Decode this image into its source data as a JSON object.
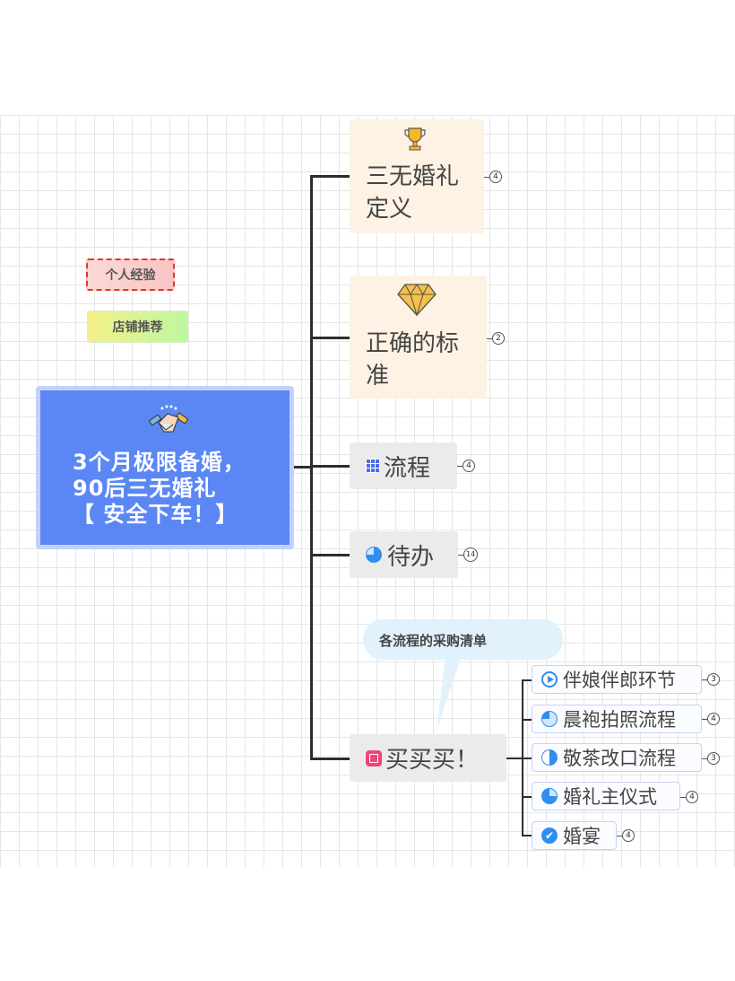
{
  "root": {
    "title_lines": [
      "3个月极限备婚，",
      "90后三无婚礼",
      "【 安全下车！】"
    ],
    "icon": "handshake-icon"
  },
  "tags": [
    {
      "label": "个人经验"
    },
    {
      "label": "店铺推荐"
    }
  ],
  "branches": [
    {
      "lines": [
        "三无婚礼",
        "定义"
      ],
      "icon": "trophy-icon",
      "count": "4"
    },
    {
      "lines": [
        "正确的标",
        "准"
      ],
      "icon": "diamond-icon",
      "count": "2"
    },
    {
      "label": "流程",
      "icon": "table-icon",
      "count": "4"
    },
    {
      "label": "待办",
      "icon": "progress-icon",
      "count": "14"
    },
    {
      "label": "买买买！",
      "icon": "gift-icon"
    }
  ],
  "callout": {
    "label": "各流程的采购清单"
  },
  "subtopics": [
    {
      "label": "伴娘伴郎环节",
      "icon": "play-icon",
      "count": "3"
    },
    {
      "label": "晨袍拍照流程",
      "icon": "quarter-progress-icon",
      "count": "4"
    },
    {
      "label": "敬茶改口流程",
      "icon": "half-progress-icon",
      "count": "3"
    },
    {
      "label": "婚礼主仪式",
      "icon": "three-quarter-progress-icon",
      "count": "4"
    },
    {
      "label": "婚宴",
      "icon": "check-icon",
      "count": "4"
    }
  ],
  "colors": {
    "root": "#5b87f5",
    "beige": "#fdf2e4",
    "gray": "#ebebeb",
    "accent": "#3b8ff0"
  }
}
